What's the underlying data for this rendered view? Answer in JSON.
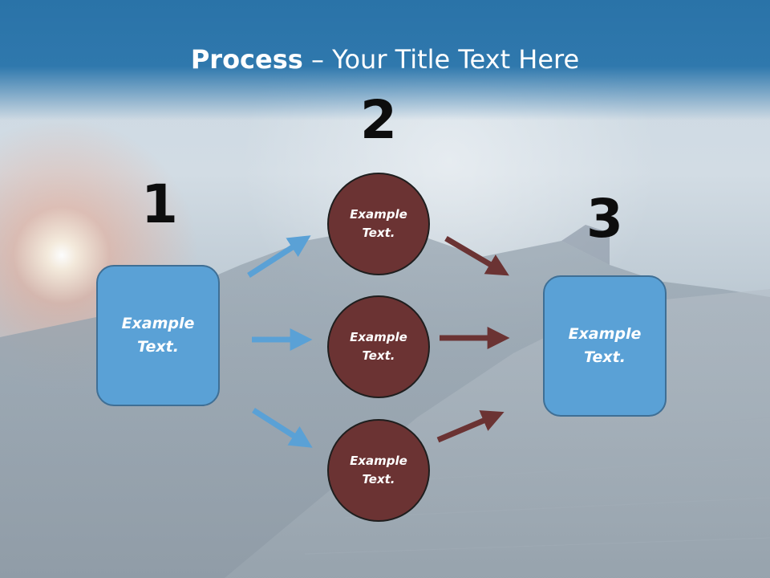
{
  "title": {
    "bold": "Process",
    "rest": " – Your Title Text Here"
  },
  "steps": {
    "one": "1",
    "two": "2",
    "three": "3"
  },
  "nodes": {
    "left": "Example\nText.",
    "top": "Example\nText.",
    "middle": "Example\nText.",
    "bottom": "Example\nText.",
    "right": "Example\nText."
  },
  "colors": {
    "header": "#2a73a8",
    "box_fill": "#5aa1d6",
    "circle_fill": "#6b3333",
    "blue_arrow": "#5aa1d6",
    "red_arrow": "#6b3333"
  }
}
